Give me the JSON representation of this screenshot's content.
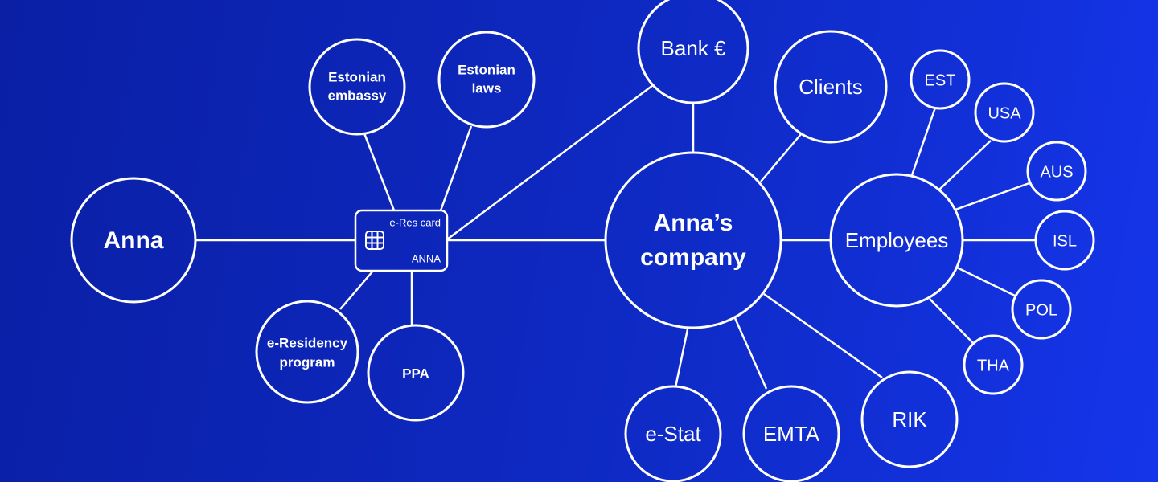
{
  "diagram": {
    "nodes": {
      "anna": "Anna",
      "embassy": [
        "Estonian",
        "embassy"
      ],
      "laws": [
        "Estonian",
        "laws"
      ],
      "bank": "Bank €",
      "clients": "Clients",
      "company": [
        "Anna’s",
        "company"
      ],
      "employees": "Employees",
      "residency": [
        "e-Residency",
        "program"
      ],
      "ppa": "PPA",
      "estat": "e-Stat",
      "emta": "EMTA",
      "rik": "RIK",
      "est": "EST",
      "usa": "USA",
      "aus": "AUS",
      "isl": "ISL",
      "pol": "POL",
      "tha": "THA"
    },
    "card": {
      "title": "e-Res card",
      "holder": "ANNA"
    }
  }
}
